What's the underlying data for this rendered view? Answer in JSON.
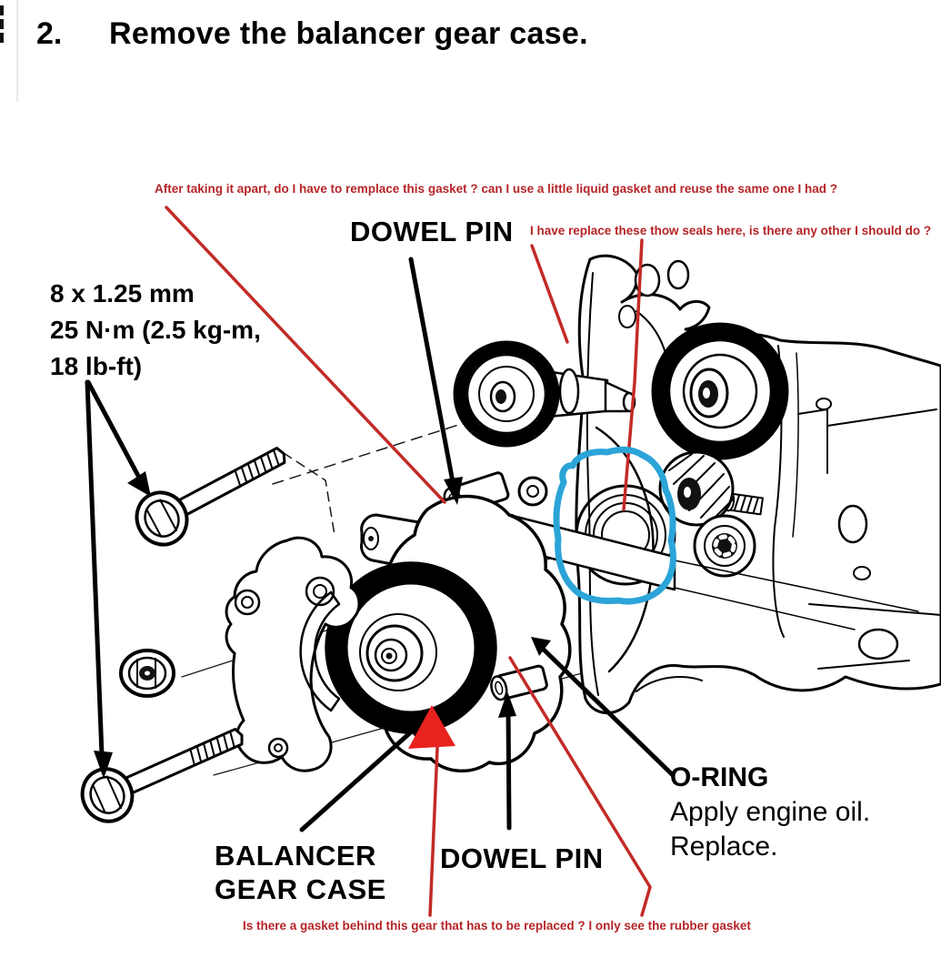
{
  "step": {
    "number": "2.",
    "title": "Remove the balancer gear case."
  },
  "part_labels": {
    "dowel_pin_top": "DOWEL PIN",
    "dowel_pin_bottom": "DOWEL PIN",
    "balancer_gear_case": [
      "BALANCER",
      "GEAR CASE"
    ],
    "oring": {
      "title": "O-RING",
      "instructions": [
        "Apply engine oil.",
        "Replace."
      ]
    },
    "bolt_spec": [
      "8 x 1.25 mm",
      "25 N·m (2.5 kg-m,",
      "18 lb-ft)"
    ]
  },
  "user_annotations": {
    "top_question": "After taking it apart, do I have to remplace this gasket ? can I use a little liquid gasket and reuse the same one I had ?",
    "seals_question": "I have replace these thow seals here, is there any other I should do ?",
    "bottom_question": "Is there a gasket behind this gear that has to be replaced ?  I only see the rubber gasket"
  },
  "colors": {
    "ink": "#000000",
    "background": "#ffffff",
    "red_text": "#b52427",
    "red_line": "#c22b27",
    "red_arrow": "#e8221e",
    "blue_highlight": "#2ba4d8"
  }
}
